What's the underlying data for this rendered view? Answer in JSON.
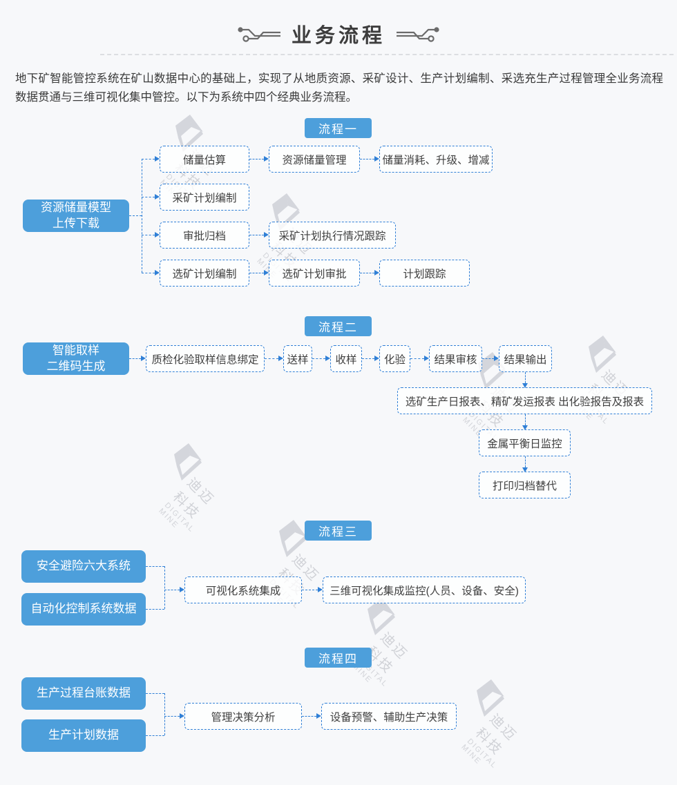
{
  "title": "业务流程",
  "intro": "地下矿智能管控系统在矿山数据中心的基础上，实现了从地质资源、采矿设计、生产计划编制、采选充生产过程管理全业务流程数据贯通与三维可视化集中管控。以下为系统中四个经典业务流程。",
  "watermark": {
    "cn": "迪迈科技",
    "en": "DIGITAL MINE"
  },
  "colors": {
    "accent_blue": "#4d9fdb",
    "dash_blue": "#2f7fd6",
    "text_dark": "#3f3f3f",
    "page_bg": "#f7f8fa"
  },
  "p1": {
    "header": "流程一",
    "source": [
      "资源储量模型",
      "上传下载"
    ],
    "boxes": {
      "b1": "储量估算",
      "b2": "资源储量管理",
      "b3": "储量消耗、升级、增减",
      "b4": "采矿计划编制",
      "b5": "审批归档",
      "b6": "采矿计划执行情况跟踪",
      "b7": "选矿计划编制",
      "b8": "选矿计划审批",
      "b9": "计划跟踪"
    }
  },
  "p2": {
    "header": "流程二",
    "source": [
      "智能取样",
      "二维码生成"
    ],
    "boxes": {
      "b1": "质检化验取样信息绑定",
      "b2": "送样",
      "b3": "收样",
      "b4": "化验",
      "b5": "结果审核",
      "b6": "结果输出",
      "b7": "选矿生产日报表、精矿发运报表 出化验报告及报表",
      "b8": "金属平衡日监控",
      "b9": "打印归档替代"
    }
  },
  "p3": {
    "header": "流程三",
    "sources": [
      "安全避险六大系统",
      "自动化控制系统数据"
    ],
    "boxes": {
      "b1": "可视化系统集成",
      "b2": "三维可视化集成监控(人员、设备、安全)"
    }
  },
  "p4": {
    "header": "流程四",
    "sources": [
      "生产过程台账数据",
      "生产计划数据"
    ],
    "boxes": {
      "b1": "管理决策分析",
      "b2": "设备预警、辅助生产决策"
    }
  }
}
